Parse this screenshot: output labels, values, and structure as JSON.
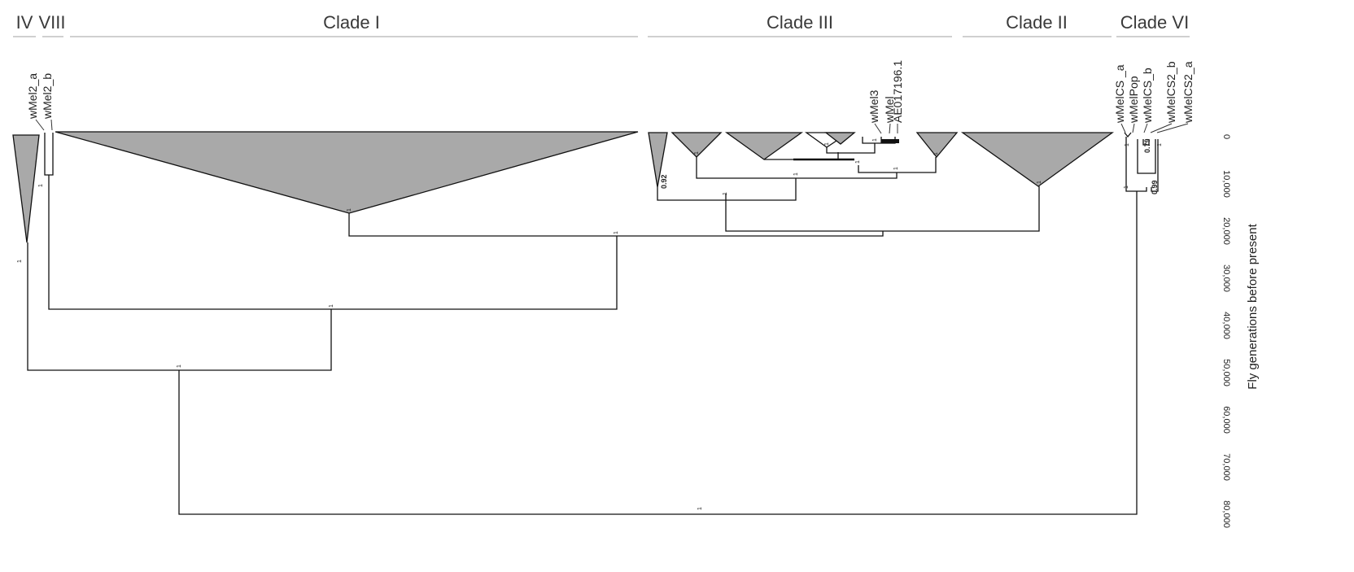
{
  "clade_labels": {
    "iv": "IV",
    "viii": "VIII",
    "clade_i": "Clade I",
    "clade_iii": "Clade III",
    "clade_ii": "Clade II",
    "clade_vi": "Clade VI"
  },
  "tips": {
    "wmel2_a": "wMel2_a",
    "wmel2_b": "wMel2_b",
    "wmel3": "wMel3",
    "wmel": "wMel",
    "ae017196": "AE017196.1",
    "wmelcs_a": "wMelCS _a",
    "wmelpop": "wMelPop",
    "wmelcs_b": "wMelCS_b",
    "wmelcs2_b": "wMelCS2_b",
    "wmelcs2_a": "wMelCS2_a"
  },
  "axis": {
    "title": "Fly generations before present",
    "ticks": [
      "0",
      "10,000",
      "20,000",
      "30,000",
      "40,000",
      "50,000",
      "60,000",
      "70,000",
      "80,000"
    ]
  },
  "support": {
    "one": "1",
    "s092": "0.92",
    "s079": "0.79",
    "s099": "0.99"
  },
  "colors": {
    "collapsed_clade_fill": "#a9a9a9",
    "branch": "#111111",
    "clade_bar": "#d0d0d0"
  }
}
